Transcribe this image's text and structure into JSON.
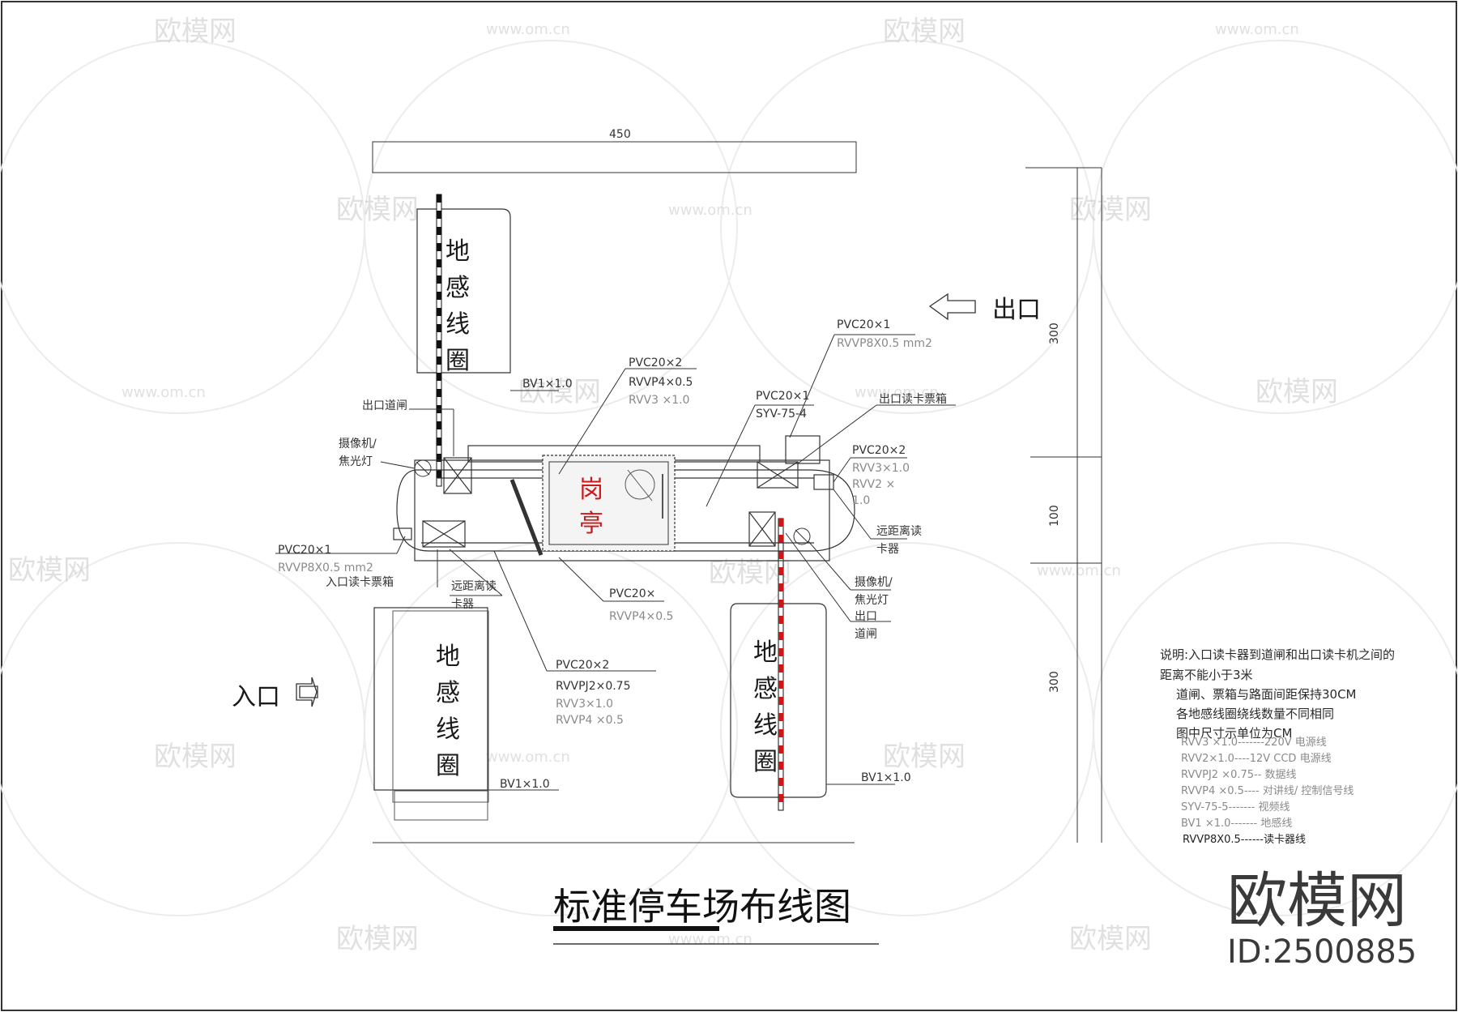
{
  "title": "标准停车场布线图",
  "booth": [
    "岗",
    "亭"
  ],
  "directions": {
    "exit": "出口",
    "entry": "入口"
  },
  "loops": {
    "top_left": [
      "地",
      "感",
      "线",
      "圈"
    ],
    "bottom_left": [
      "地",
      "感",
      "线",
      "圈"
    ],
    "bottom_right": [
      "地",
      "感",
      "线",
      "圈"
    ]
  },
  "dimensions": {
    "top": "450",
    "right_top": "300",
    "right_mid": "100",
    "right_bottom": "300"
  },
  "labels": {
    "bv_top": "BV1×1.0",
    "exit_gate_left": "出口道闸",
    "camera_left_1": "摄像机/",
    "camera_left_2": "焦光灯",
    "pvc_x2_a": "PVC20×2",
    "rvvp4_a": "RVVP4×0.5",
    "rvv3_a": "RVV3 ×1.0",
    "pvc_x1_top": "PVC20×1",
    "rvvp8_top": "RVVP8X0.5 mm2",
    "pvc_x1_mid": "PVC20×1",
    "syv_mid": "SYV-75-4",
    "exit_ticket_box": "出口读卡票箱",
    "pvc_x2_right": "PVC20×2",
    "rvv3_right": "RVV3×1.0",
    "rvv2_right_1": "RVV2 ×",
    "rvv2_right_2": "1.0",
    "remote_reader_right_1": "远距离读",
    "remote_reader_right_2": "卡器",
    "camera_right_1": "摄像机/",
    "camera_right_2": "焦光灯",
    "exit_gate_right_1": "出口",
    "exit_gate_right_2": "道闸",
    "pvc_x1_left": "PVC20×1",
    "rvvp8_left": "RVVP8X0.5 mm2",
    "entry_ticket_box": "入口读卡票箱",
    "remote_reader_left_1": "远距离读",
    "remote_reader_left_2": "卡器",
    "pvc_bottom": "PVC20×",
    "rvvp4_bottom": "RVVP4×0.5",
    "pvc_x2_bottom": "PVC20×2",
    "rvvpj2": "RVVPJ2×0.75",
    "rvv3_bottom": "RVV3×1.0",
    "rvvp4_bottom2": "RVVP4 ×0.5",
    "bv_left": "BV1×1.0",
    "bv_right": "BV1×1.0"
  },
  "notes": [
    "说明:入口读卡器到道闸和出口读卡机之间的",
    "距离不能小于3米",
    "道闸、票箱与路面间距保持30CM",
    "各地感线圈绕线数量不同相同",
    "图中尺寸示单位为CM"
  ],
  "legend": [
    "RVV3 ×1.0-------220V 电源线",
    "RVV2×1.0----12V CCD 电源线",
    "RVVPJ2 ×0.75-- 数据线",
    "RVVP4 ×0.5---- 对讲线/ 控制信号线",
    "SYV-75-5------- 视频线",
    "BV1 ×1.0------- 地感线",
    "RVVP8X0.5------读卡器线"
  ],
  "watermark": {
    "brand": "欧模网",
    "id": "ID:2500885",
    "site": "www.om.cn"
  }
}
